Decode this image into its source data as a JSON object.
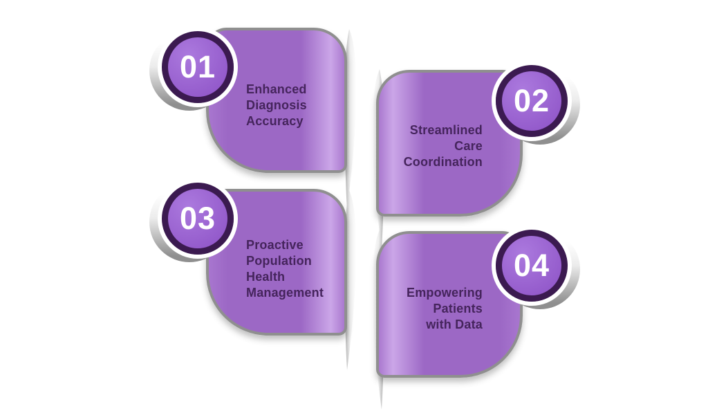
{
  "cards": [
    {
      "number": "01",
      "lines": [
        "Enhanced",
        "Diagnosis",
        "Accuracy"
      ]
    },
    {
      "number": "02",
      "lines": [
        "Streamlined",
        "Care",
        "Coordination"
      ]
    },
    {
      "number": "03",
      "lines": [
        "Proactive",
        "Population",
        "Health",
        "Management"
      ]
    },
    {
      "number": "04",
      "lines": [
        "Empowering",
        "Patients",
        "with Data"
      ]
    }
  ],
  "colors": {
    "card_fill": "#9c68c5",
    "card_edge_highlight": "#cba6e8",
    "card_border": "#8f8f8f",
    "card_text": "#45245c",
    "badge_fill": "#9b60d0",
    "badge_ring": "#3b1a50",
    "badge_number_text": "#ffffff",
    "crescent_silver": "#8f8f8f",
    "page_curl_shadow": "#ababab",
    "background": "#ffffff"
  }
}
